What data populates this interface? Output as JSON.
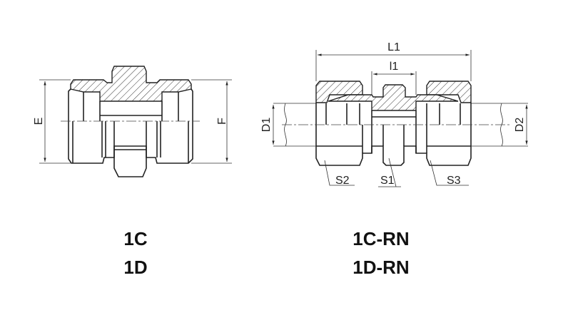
{
  "left_drawing": {
    "dim_e": "E",
    "dim_f": "F",
    "title_1": "1C",
    "title_2": "1D"
  },
  "right_drawing": {
    "dim_l1": "L1",
    "dim_l_1": "l1",
    "dim_d1": "D1",
    "dim_d2": "D2",
    "s1": "S1",
    "s2": "S2",
    "s3": "S3",
    "title_1": "1C-RN",
    "title_2": "1D-RN"
  }
}
